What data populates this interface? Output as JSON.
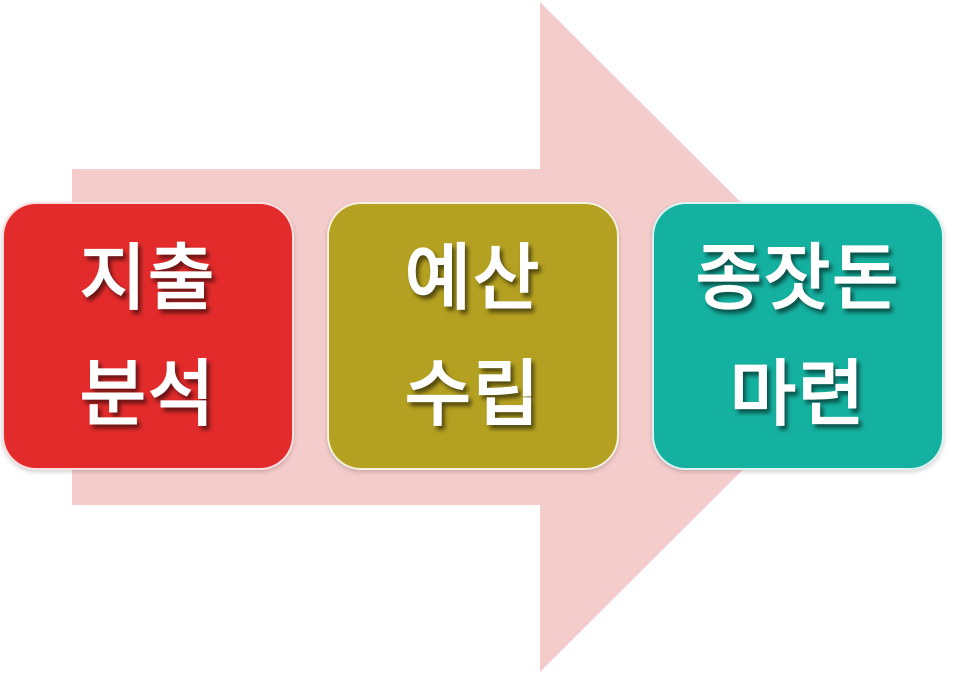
{
  "arrow": {
    "color": "#f5cccc"
  },
  "steps": [
    {
      "line1": "지출",
      "line2": "분석",
      "color": "#e32b2b"
    },
    {
      "line1": "예산",
      "line2": "수립",
      "color": "#b5a121"
    },
    {
      "line1": "종잣돈",
      "line2": "마련",
      "color": "#15b1a0"
    }
  ]
}
